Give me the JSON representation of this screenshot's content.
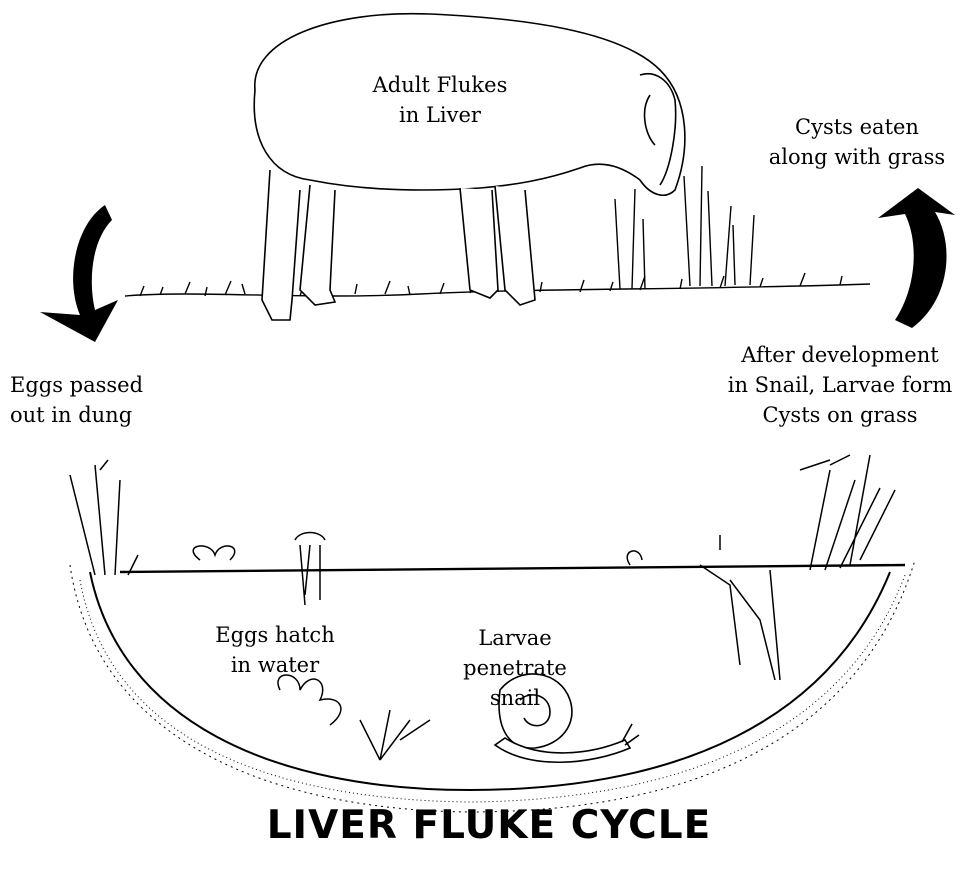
{
  "title": "LIVER FLUKE CYCLE",
  "labels": {
    "adult_flukes": [
      "Adult Flukes",
      "in Liver"
    ],
    "cysts_eaten": [
      "Cysts eaten",
      "along with grass"
    ],
    "eggs_passed": [
      "Eggs passed",
      "out in dung"
    ],
    "after_development": [
      "After development",
      "in Snail, Larvae form",
      "Cysts on grass"
    ],
    "eggs_hatch": [
      "Eggs hatch",
      "in water"
    ],
    "larvae_penetrate": [
      "Larvae",
      "penetrate",
      "snail"
    ]
  },
  "colors": {
    "ink": "#000000",
    "background": "#ffffff"
  },
  "icons": [
    "sheep-icon",
    "curved-arrow-down-icon",
    "curved-arrow-up-icon",
    "pond-icon",
    "snail-icon",
    "plant-icon"
  ]
}
